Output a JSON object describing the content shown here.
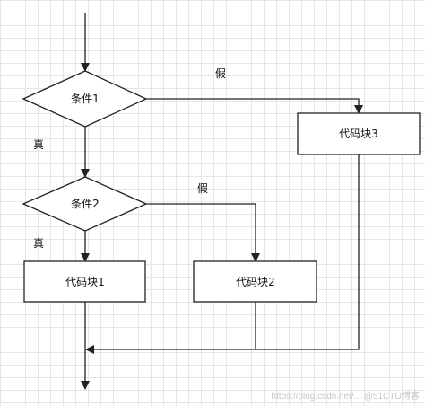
{
  "nodes": {
    "cond1": "条件1",
    "cond2": "条件2",
    "block1": "代码块1",
    "block2": "代码块2",
    "block3": "代码块3"
  },
  "edges": {
    "cond1_false": "假",
    "cond1_true": "真",
    "cond2_false": "假",
    "cond2_true": "真"
  },
  "watermark": "https://blog.csdn.net/... @51CTO博客"
}
